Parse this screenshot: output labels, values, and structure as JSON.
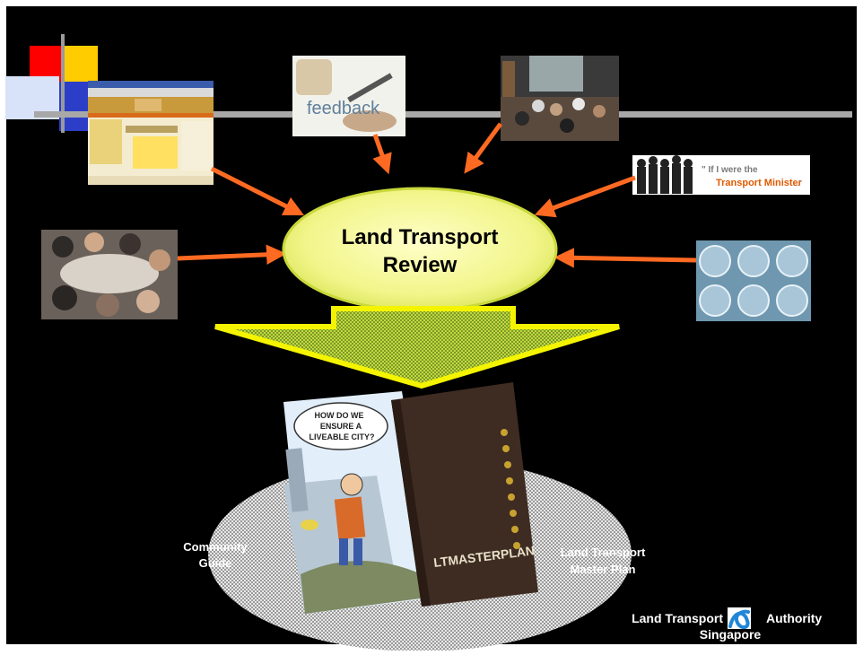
{
  "colors": {
    "background": "#000000",
    "frame": "#ffffff",
    "arrow": "#ff6a22",
    "ellipse_fill": "#f2f58a",
    "ellipse_edge": "#c9d83a",
    "big_arrow": "#f4f400",
    "deco_red": "#ff0000",
    "deco_yellow": "#ffcc00",
    "deco_blue": "#2c3ec8",
    "deco_lightblue": "#d8e2f8"
  },
  "center": {
    "line1": "Land Transport",
    "line2": "Review"
  },
  "inputs": [
    {
      "name": "website-screenshot",
      "icon": "website-screenshot-icon"
    },
    {
      "name": "feedback-image",
      "text": "feedback"
    },
    {
      "name": "public-forum-photo",
      "icon": "forum-photo-icon"
    },
    {
      "name": "transport-minister-banner",
      "line1": "\" If I were the",
      "line2": "Transport Minister",
      "suffix": "...\""
    },
    {
      "name": "focus-group-photo",
      "icon": "group-photo-icon"
    },
    {
      "name": "accessibility-signs",
      "icon": "accessibility-signs-icon"
    }
  ],
  "outputs": {
    "community_guide": {
      "bubble_line1": "HOW DO WE",
      "bubble_line2": "ENSURE A",
      "bubble_line3": "LIVEABLE CITY?",
      "label_line1": "Community",
      "label_line2": "Guide"
    },
    "master_plan": {
      "cover_title": "LTMASTERPLAN",
      "label_line1": "Land Transport",
      "label_line2": "Master Plan"
    }
  },
  "footer": {
    "org_left": "Land Transport",
    "org_right": "Authority",
    "org_bottom": "Singapore"
  }
}
